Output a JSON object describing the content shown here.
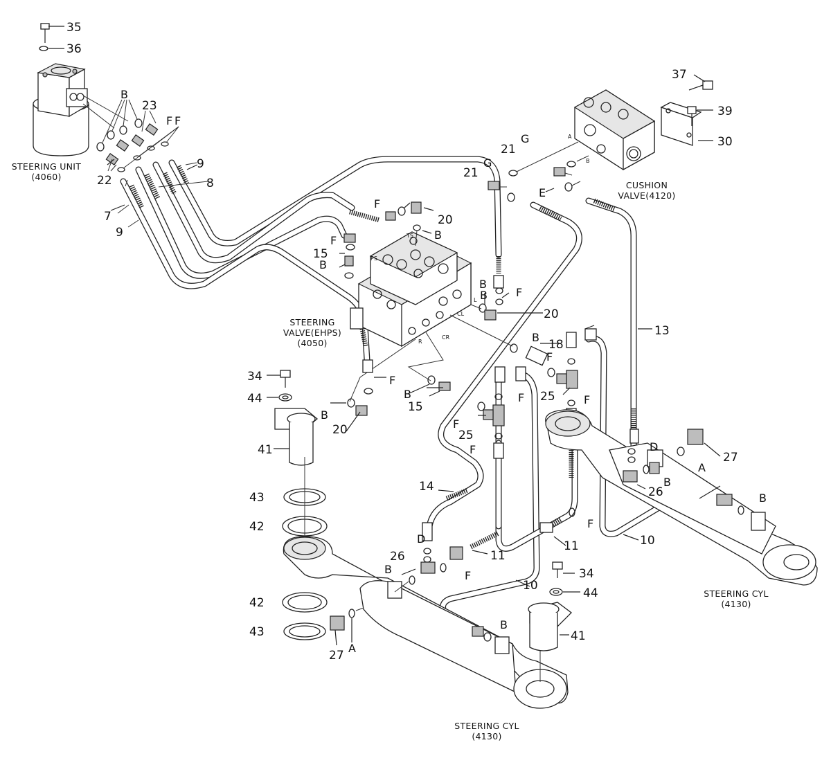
{
  "callouts": {
    "c35": "35",
    "c36": "36",
    "c37": "37",
    "c39": "39",
    "c30": "30",
    "c23": "23",
    "c22": "22",
    "c9a": "9",
    "c9b": "9",
    "c8": "8",
    "c7": "7",
    "c20a": "20",
    "c20b": "20",
    "c20c": "20",
    "c15a": "15",
    "c15b": "15",
    "c21a": "21",
    "c21b": "21",
    "c13": "13",
    "c18": "18",
    "c25a": "25",
    "c25b": "25",
    "c34a": "34",
    "c34b": "34",
    "c44a": "44",
    "c44b": "44",
    "c41a": "41",
    "c41b": "41",
    "c43a": "43",
    "c43b": "43",
    "c42a": "42",
    "c42b": "42",
    "c14": "14",
    "c26a": "26",
    "c26b": "26",
    "c11a": "11",
    "c11b": "11",
    "c10a": "10",
    "c10b": "10",
    "c27a": "27",
    "c27b": "27"
  },
  "letters": {
    "B1": "B",
    "F1": "F",
    "F2": "F",
    "B2": "B",
    "F3": "F",
    "B3": "B",
    "B4": "B",
    "F4": "F",
    "G1": "G",
    "G2": "G",
    "E1": "E",
    "B5": "B",
    "F5": "F",
    "B6": "B",
    "F6": "F",
    "B7": "B",
    "F7": "F",
    "F8": "F",
    "F9": "F",
    "F10": "F",
    "F11": "F",
    "D1": "D",
    "A1": "A",
    "B8": "B",
    "B9": "B",
    "B10": "B",
    "D2": "D",
    "B11": "B",
    "F12": "F",
    "F13": "F",
    "B12": "B",
    "A2": "A"
  },
  "captions": {
    "steering_unit": [
      "STEERING UNIT",
      "(4060)"
    ],
    "steering_valve": [
      "STEERING",
      "VALVE(EHPS)",
      "(4050)"
    ],
    "cushion_valve": [
      "CUSHION",
      "VALVE(4120)"
    ],
    "steering_cyl_right": [
      "STEERING CYL",
      "(4130)"
    ],
    "steering_cyl_bottom": [
      "STEERING CYL",
      "(4130)"
    ]
  },
  "ports": {
    "ps": "PS",
    "ts": "TS",
    "cl": "CL",
    "cr": "CR",
    "r": "R",
    "l": "L",
    "a": "A",
    "b": "B"
  }
}
